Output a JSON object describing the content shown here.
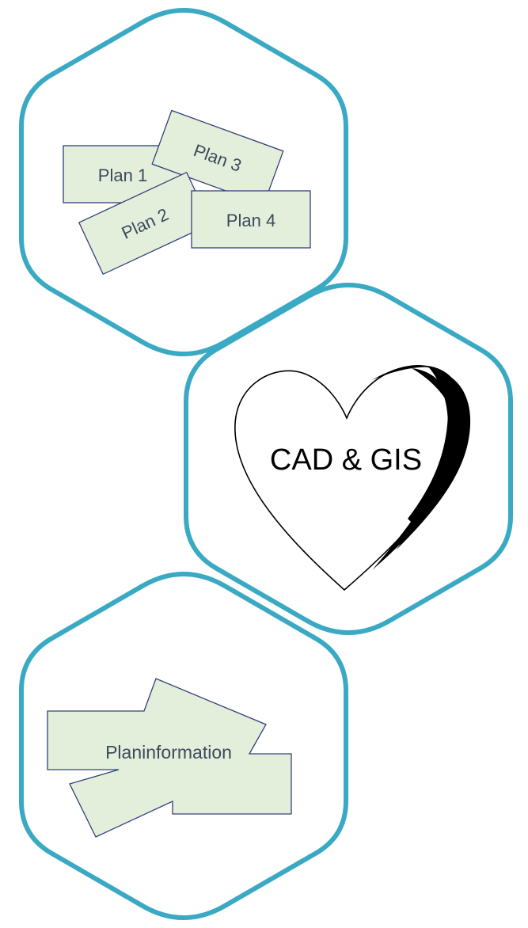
{
  "colors": {
    "hex_border": "#3aa9c4",
    "plan_fill": "#e3efdb",
    "plan_stroke": "#33407a",
    "plan_text": "#3c4a5c",
    "heart_stroke": "#000000"
  },
  "top_hexagon": {
    "plans": [
      {
        "label": "Plan 1"
      },
      {
        "label": "Plan 3"
      },
      {
        "label": "Plan 2"
      },
      {
        "label": "Plan 4"
      }
    ]
  },
  "middle_hexagon": {
    "heart_label": "CAD & GIS"
  },
  "bottom_hexagon": {
    "shape_label": "Planinformation"
  }
}
